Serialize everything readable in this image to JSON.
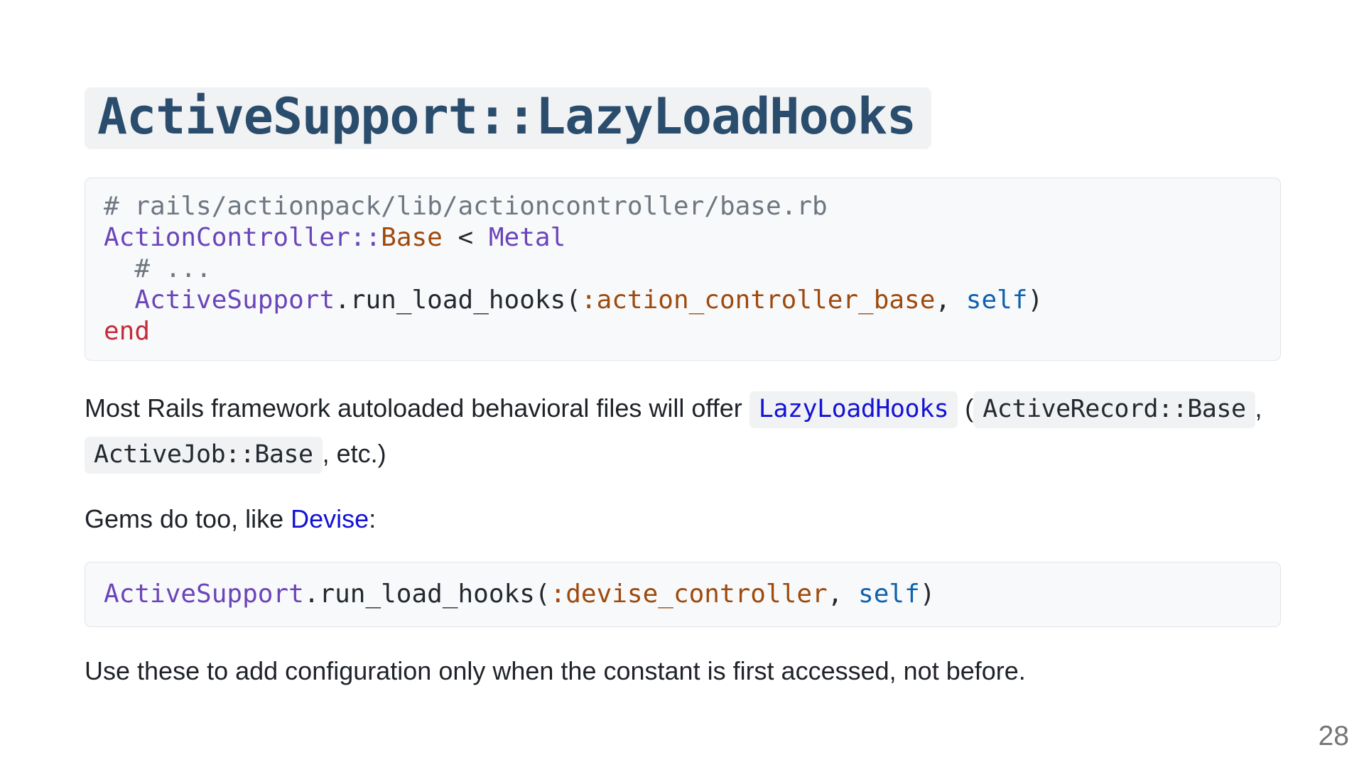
{
  "title": {
    "text": "ActiveSupport::LazyLoadHooks"
  },
  "colors": {
    "title_text": "#2b4d6d",
    "body_text": "#1f2329",
    "link": "#1412d6",
    "inline_code_text": "#24292f",
    "inline_code_bg": "#f1f2f4",
    "code_block_bg": "#f8f9fb",
    "code_block_border": "#e1e4e9",
    "page_number": "#757575"
  },
  "code": {
    "colors": {
      "default": "#24292f",
      "comment": "#6e7781",
      "constant": "#6a45b9",
      "symbol": "#9e4a0d",
      "self": "#0f62ae",
      "keyword": "#c32c3c"
    },
    "blocks": {
      "rails_base": {
        "lines": [
          [
            {
              "t": "# rails/actionpack/lib/actioncontroller/base.rb",
              "c": "comment"
            }
          ],
          [
            {
              "t": "ActionController",
              "c": "constant"
            },
            {
              "t": "::",
              "c": "constant"
            },
            {
              "t": "Base",
              "c": "symbol"
            },
            {
              "t": " < ",
              "c": "default"
            },
            {
              "t": "Metal",
              "c": "constant"
            }
          ],
          [
            {
              "t": "  # ...",
              "c": "comment"
            }
          ],
          [
            {
              "t": "  ",
              "c": "default"
            },
            {
              "t": "ActiveSupport",
              "c": "constant"
            },
            {
              "t": ".run_load_hooks(",
              "c": "default"
            },
            {
              "t": ":action_controller_base",
              "c": "symbol"
            },
            {
              "t": ", ",
              "c": "default"
            },
            {
              "t": "self",
              "c": "self"
            },
            {
              "t": ")",
              "c": "default"
            }
          ],
          [
            {
              "t": "end",
              "c": "keyword"
            }
          ]
        ]
      },
      "devise": {
        "lines": [
          [
            {
              "t": "ActiveSupport",
              "c": "constant"
            },
            {
              "t": ".run_load_hooks(",
              "c": "default"
            },
            {
              "t": ":devise_controller",
              "c": "symbol"
            },
            {
              "t": ", ",
              "c": "default"
            },
            {
              "t": "self",
              "c": "self"
            },
            {
              "t": ")",
              "c": "default"
            }
          ]
        ]
      }
    }
  },
  "paragraphs": {
    "p1": {
      "text1": "Most Rails framework autoloaded behavioral files will offer",
      "code_link": "LazyLoadHooks",
      "paren_open": "(",
      "code1": "ActiveRecord::Base",
      "comma1": ",",
      "code2": "ActiveJob::Base",
      "tail": ", etc.)"
    },
    "p2": {
      "text1": "Gems do too, like",
      "link": "Devise",
      "tail": ":"
    },
    "p3": {
      "text": "Use these to add configuration only when the constant is first accessed, not before."
    }
  },
  "page": {
    "number": "28"
  }
}
